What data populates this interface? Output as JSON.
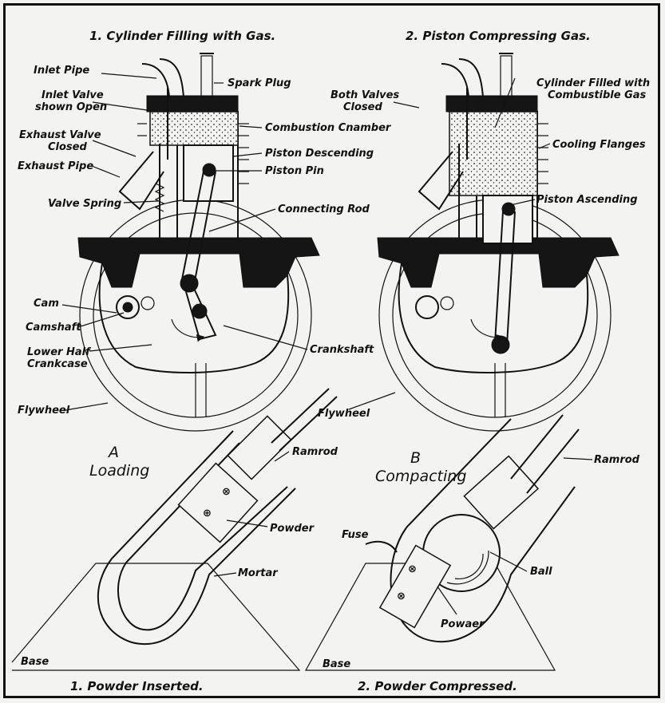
{
  "engine": {
    "fig1_title": "1. Cylinder Filling with Gas.",
    "fig2_title": "2. Piston Compressing Gas.",
    "labels_left": {
      "inlet_pipe": "Inlet Pipe",
      "inlet_valve_1": "Inlet Valve",
      "inlet_valve_2": "shown Open",
      "exhaust_valve_1": "Exhaust Valve",
      "exhaust_valve_2": "Closed",
      "exhaust_pipe": "Exhaust Pipe",
      "valve_spring": "Valve Spring",
      "cam": "Cam",
      "camshaft": "Camshaft",
      "lower_half_1": "Lower Half",
      "lower_half_2": "Crankcase",
      "flywheel": "Flywheel"
    },
    "labels_mid": {
      "spark_plug": "Spark Plug",
      "combustion_chamber": "Combustion Cnamber",
      "piston_descending": "Piston Descending",
      "piston_pin": "Piston Pin",
      "connecting_rod": "Connecting Rod",
      "crankshaft": "Crankshaft"
    },
    "labels_right": {
      "both_valves_1": "Both Valves",
      "both_valves_2": "Closed",
      "cyl_filled_1": "Cylinder Filled with",
      "cyl_filled_2": "Combustible Gas",
      "cooling_flanges": "Cooling Flanges",
      "piston_ascending": "Piston Ascending",
      "flywheel": "Flywheel"
    }
  },
  "mortar": {
    "a_letter": "A",
    "a_title": "Loading",
    "b_letter": "B",
    "b_title": "Compacting",
    "ramrod_a": "Ramrod",
    "ramrod_b": "Ramrod",
    "powder_a": "Powder",
    "mortar_label": "Mortar",
    "fuse": "Fuse",
    "ball": "Ball",
    "powder_b": "Powaer",
    "base_a": "Base",
    "base_b": "Base",
    "caption_a": "1. Powder Inserted.",
    "caption_b": "2. Powder Compressed."
  }
}
